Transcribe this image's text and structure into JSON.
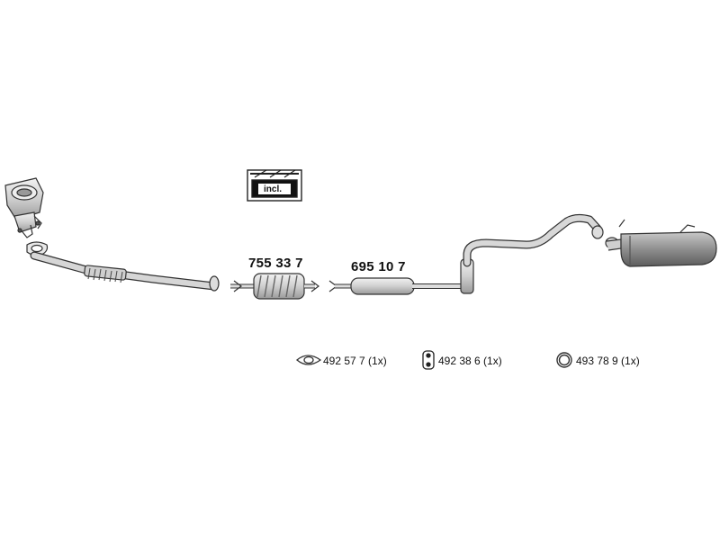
{
  "diagram": {
    "incl_box": {
      "label": "incl."
    },
    "parts": [
      {
        "id": "catalytic-converter",
        "part_number": "755 33 7"
      },
      {
        "id": "middle-silencer",
        "part_number": "695 10 7"
      }
    ],
    "accessories": [
      {
        "id": "gasket",
        "icon": "gasket-ring-icon",
        "text": "492 57 7 (1x)"
      },
      {
        "id": "rubber-hanger",
        "icon": "rubber-hanger-icon",
        "text": "492 38 6 (1x)"
      },
      {
        "id": "o-ring",
        "icon": "o-ring-icon",
        "text": "493 78 9 (1x)"
      }
    ]
  },
  "colors": {
    "line": "#333333",
    "metal": "#d9d9d9",
    "shade": "#9a9a9a"
  }
}
